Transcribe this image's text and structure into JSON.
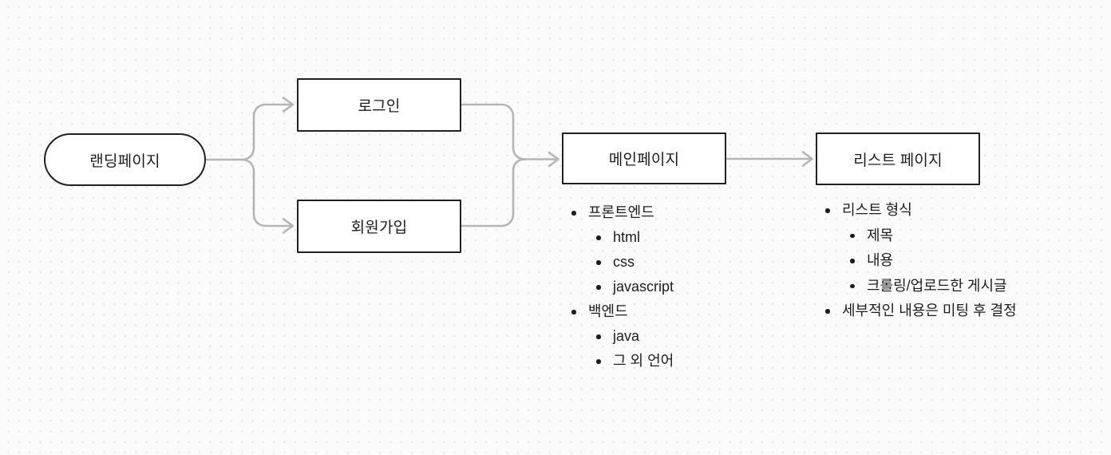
{
  "canvas": {
    "background_color": "#fbfbfb",
    "grid_dot_color": "#e7e7e7",
    "connector_color": "#b5b5b5",
    "node_border_color": "#212121",
    "node_fill_color": "#ffffff",
    "text_color": "#1d1d1f"
  },
  "nodes": {
    "landing": {
      "label": "랜딩페이지",
      "shape": "pill"
    },
    "login": {
      "label": "로그인",
      "shape": "rect"
    },
    "signup": {
      "label": "회원가입",
      "shape": "rect"
    },
    "main": {
      "label": "메인페이지",
      "shape": "rect"
    },
    "list_page": {
      "label": "리스트 페이지",
      "shape": "rect"
    }
  },
  "notes": {
    "main_page": {
      "items": [
        {
          "text": "프론트엔드",
          "level": 1
        },
        {
          "text": "html",
          "level": 2
        },
        {
          "text": "css",
          "level": 2
        },
        {
          "text": "javascript",
          "level": 2
        },
        {
          "text": "백엔드",
          "level": 1
        },
        {
          "text": "java",
          "level": 2
        },
        {
          "text": "그 외 언어",
          "level": 2
        }
      ]
    },
    "list_page": {
      "items": [
        {
          "text": "리스트 형식",
          "level": 1
        },
        {
          "text": "제목",
          "level": 2
        },
        {
          "text": "내용",
          "level": 2
        },
        {
          "text": "크롤링/업로드한 게시글",
          "level": 2
        },
        {
          "text": "세부적인 내용은 미팅 후 결정",
          "level": 1
        }
      ]
    }
  }
}
